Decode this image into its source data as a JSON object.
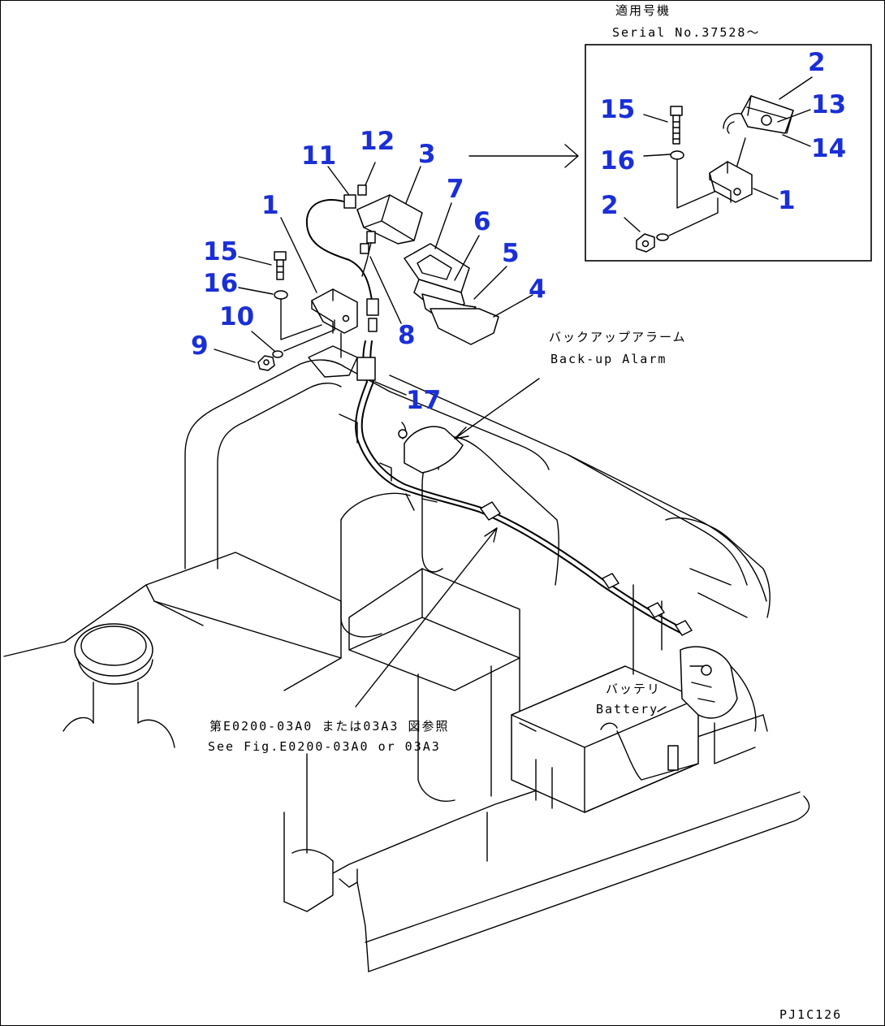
{
  "header": {
    "serial_jp": "適用号機",
    "serial_en": "Serial No.37528～"
  },
  "annotations": {
    "backup_alarm_jp": "バックアップアラーム",
    "backup_alarm_en": "Back-up Alarm",
    "battery_jp": "バッテリ",
    "battery_en": "Battery",
    "see_fig_jp": "第E0200-03A0 または03A3 図参照",
    "see_fig_en": "See Fig.E0200-03A0 or 03A3"
  },
  "figure_code": "PJ1C126",
  "callouts": {
    "main": {
      "c1": "1",
      "c3": "3",
      "c4": "4",
      "c5": "5",
      "c6": "6",
      "c7": "7",
      "c8": "8",
      "c9": "9",
      "c10": "10",
      "c11": "11",
      "c12": "12",
      "c15": "15",
      "c16": "16",
      "c17": "17"
    },
    "inset": {
      "c2a": "2",
      "c2b": "2",
      "c13": "13",
      "c14": "14",
      "c15": "15",
      "c16": "16",
      "c1": "1"
    }
  },
  "colors": {
    "callout": "#1a2fd6",
    "line": "#000000"
  }
}
